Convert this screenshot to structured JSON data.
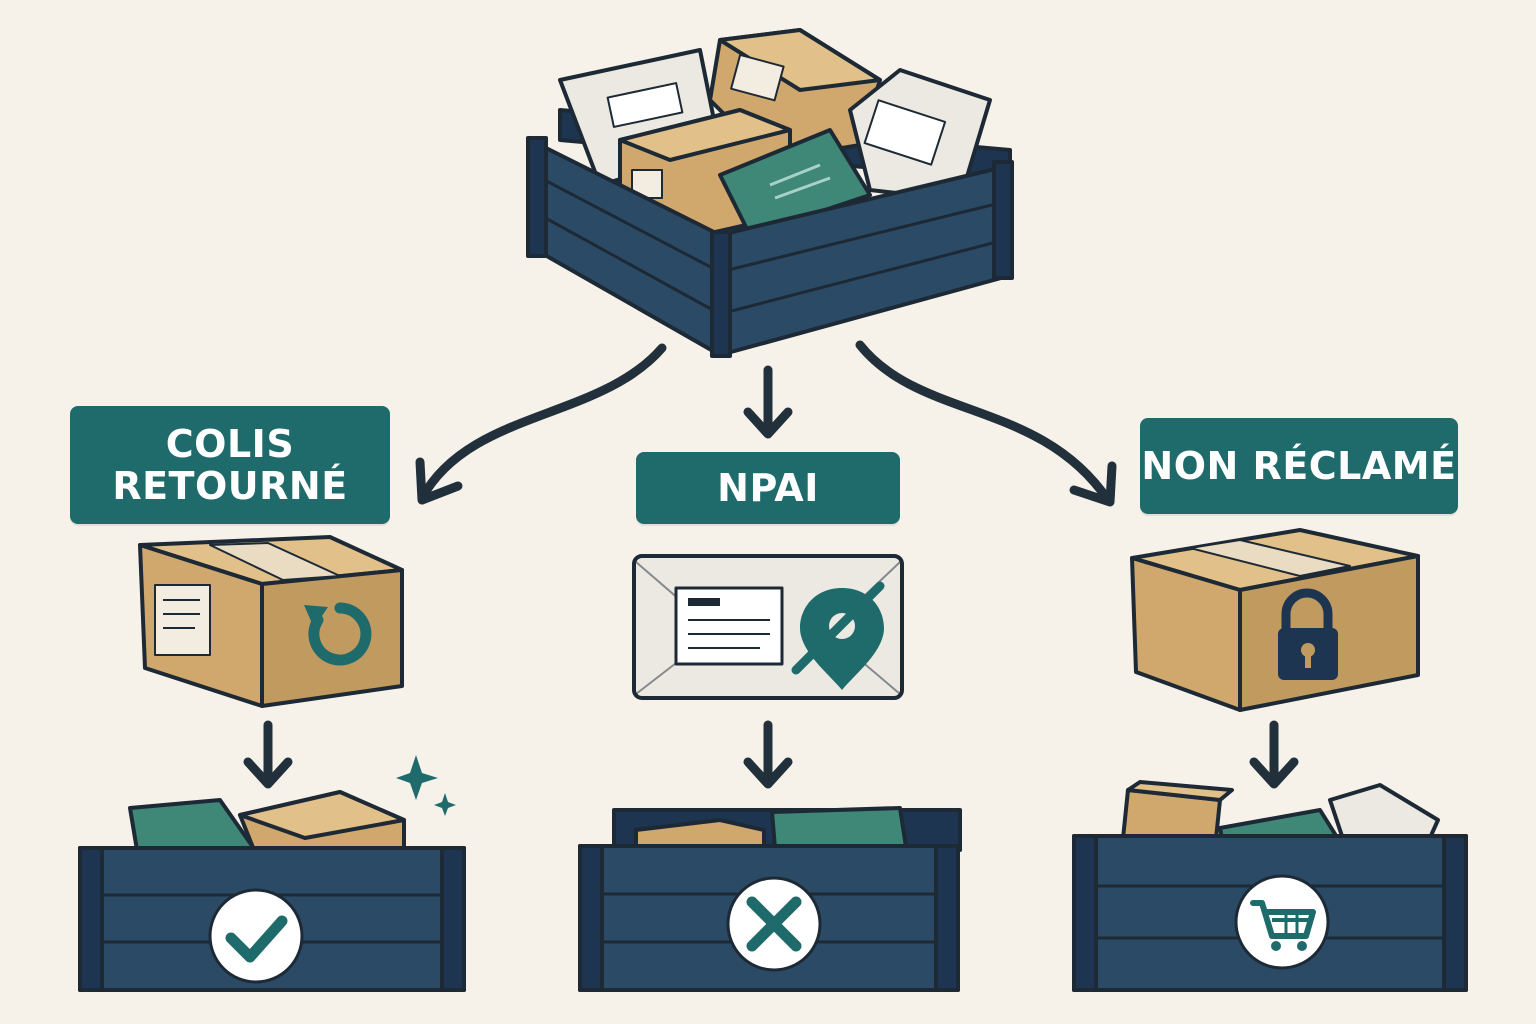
{
  "diagram": {
    "categories": [
      {
        "id": "returned",
        "label": "COLIS\nRETOURNÉ",
        "package_icon": "return-arrow-icon",
        "outcome_icon": "check-icon"
      },
      {
        "id": "npai",
        "label": "NPAI",
        "package_icon": "location-pin-crossed-icon",
        "outcome_icon": "cross-icon"
      },
      {
        "id": "unclaimed",
        "label": "NON RÉCLAMÉ",
        "package_icon": "padlock-icon",
        "outcome_icon": "shopping-cart-icon"
      }
    ],
    "colors": {
      "background": "#f6f2ea",
      "crate": "#2b4a66",
      "crate_dark": "#1d3550",
      "teal": "#1f6b6b",
      "cardboard": "#d0a86e",
      "cardboard_dark": "#b58c55",
      "envelope": "#ece9e2",
      "outline": "#1d2a36"
    }
  }
}
